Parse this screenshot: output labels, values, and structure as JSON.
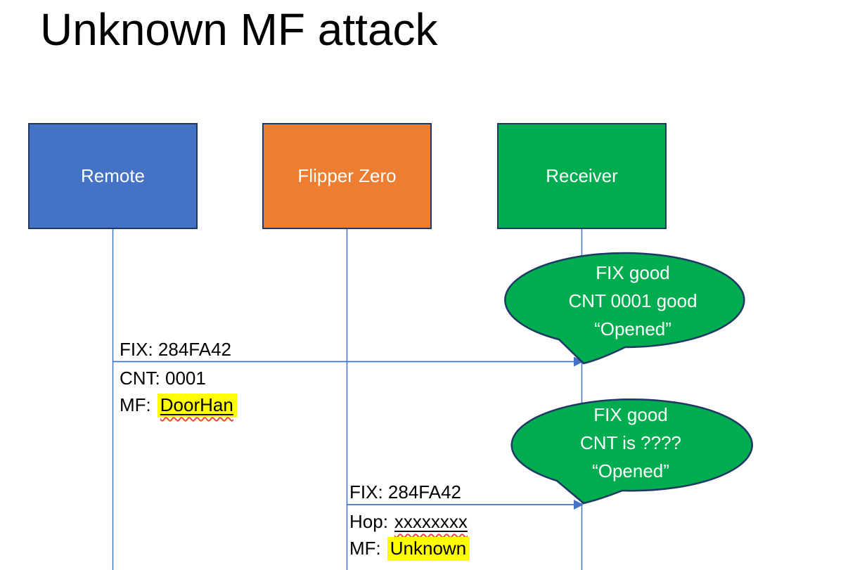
{
  "slide": {
    "title": "Unknown MF attack"
  },
  "actors": [
    {
      "id": "remote",
      "label": "Remote",
      "fill": "#4472C4"
    },
    {
      "id": "flipper-zero",
      "label": "Flipper Zero",
      "fill": "#ED7D31"
    },
    {
      "id": "receiver",
      "label": "Receiver",
      "fill": "#00AC50"
    }
  ],
  "messages": [
    {
      "from": "Remote",
      "to": "Receiver",
      "above_label": "FIX: 284FA42",
      "below_line1": "CNT: 0001",
      "below_line2_prefix": "MF:",
      "below_line2_value": "DoorHan"
    },
    {
      "from": "Flipper Zero",
      "to": "Receiver",
      "above_label": "FIX: 284FA42",
      "below_line1_prefix": "Hop:",
      "below_line1_value": "xxxxxxxx",
      "below_line2_prefix": "MF:",
      "below_line2_value": "Unknown"
    }
  ],
  "callouts": [
    {
      "lines": [
        "FIX good",
        "CNT 0001 good",
        "“Opened”"
      ],
      "fill": "#00AC50",
      "border": "#1F3864"
    },
    {
      "lines": [
        "FIX good",
        "CNT is ????",
        "“Opened”"
      ],
      "fill": "#00AC50",
      "border": "#1F3864"
    }
  ],
  "colors": {
    "arrow_blue": "#4472C4",
    "box_border": "#1F3864",
    "highlight_yellow": "#FFFF00",
    "squiggle_red": "#E7473C",
    "text_on_fill": "#FFFFFF",
    "background": "#FFFFFF"
  }
}
